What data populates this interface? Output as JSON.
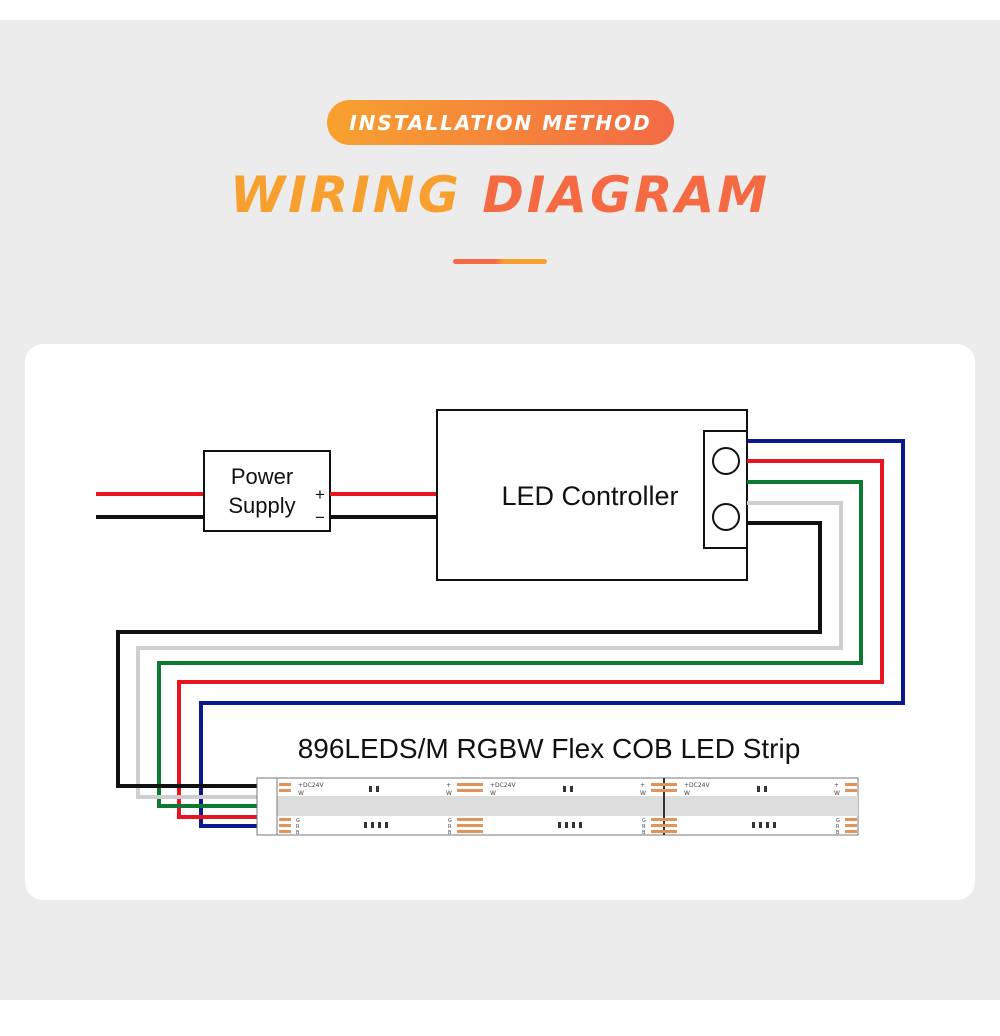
{
  "header": {
    "badge_label": "INSTALLATION METHOD",
    "title_word1": "WIRING",
    "title_word2": "DIAGRAM"
  },
  "diagram": {
    "power_supply_line1": "Power",
    "power_supply_line2": "Supply",
    "plus_sign": "+",
    "minus_sign": "−",
    "controller_label": "LED Controller",
    "strip_title": "896LEDS/M RGBW Flex COB LED Strip",
    "strip_pad_voltage": "+DC24V",
    "strip_pad_w": "W",
    "strip_pad_g": "G",
    "strip_pad_r": "R",
    "strip_pad_b": "B",
    "strip_pad_plus": "+",
    "wire_colors": {
      "blue": "#0a1a8c",
      "red": "#e8141e",
      "green": "#0d7a32",
      "white": "#cfcfcf",
      "black": "#111111"
    },
    "accent_orange": "#f7a130",
    "accent_red": "#f36a45"
  }
}
